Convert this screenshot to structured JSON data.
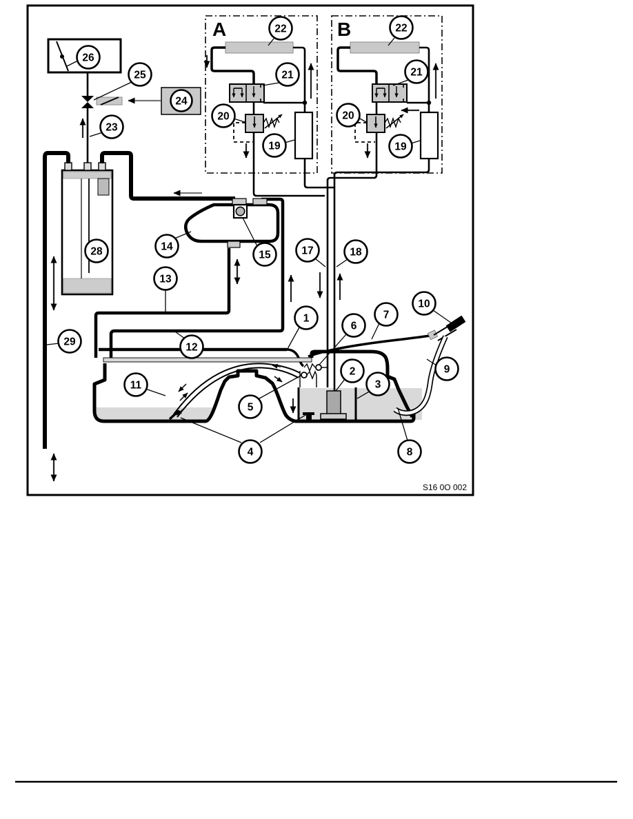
{
  "figure": {
    "code": "S16 0O 002"
  },
  "systems": {
    "a_label": "A",
    "b_label": "B"
  },
  "callouts": {
    "c1": "1",
    "c2": "2",
    "c3": "3",
    "c4": "4",
    "c5": "5",
    "c6": "6",
    "c7": "7",
    "c8": "8",
    "c9": "9",
    "c10": "10",
    "c11": "11",
    "c12": "12",
    "c13": "13",
    "c14": "14",
    "c15": "15",
    "c17": "17",
    "c18": "18",
    "c19": "19",
    "c20": "20",
    "c21": "21",
    "c22": "22",
    "c23": "23",
    "c24": "24",
    "c25": "25",
    "c26": "26",
    "c28": "28",
    "c29": "29"
  },
  "colors": {
    "line": "#000000",
    "component_gray": "#c9c9c9",
    "fuel_gray": "#d9d9d9",
    "pump_gray": "#a8a8a8",
    "background": "#ffffff"
  }
}
